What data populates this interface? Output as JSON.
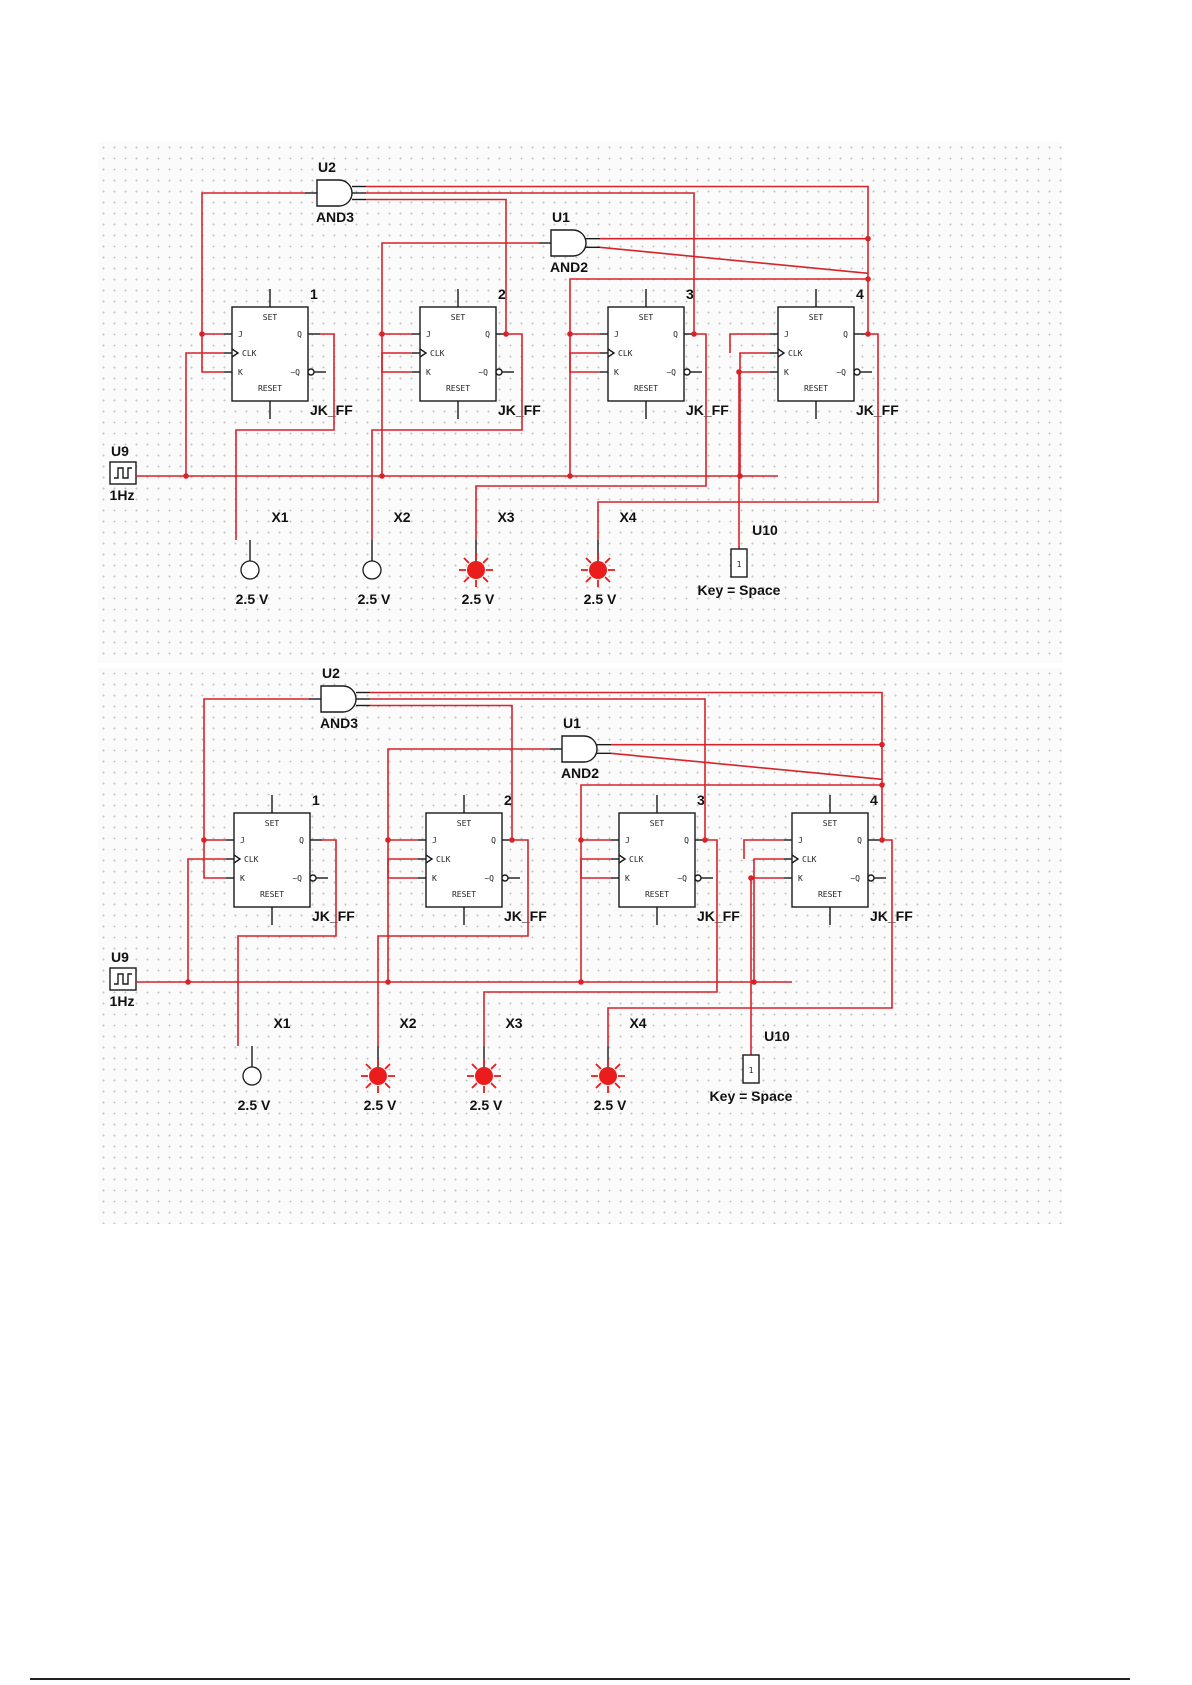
{
  "panels": [
    {
      "id": "top",
      "flipflops": [
        {
          "num": "1",
          "type": "JK_FF",
          "set": "SET",
          "reset": "RESET",
          "pins": {
            "j": "J",
            "clk": "CLK",
            "k": "K",
            "q": "Q",
            "qn": "~Q"
          }
        },
        {
          "num": "2",
          "type": "JK_FF",
          "set": "SET",
          "reset": "RESET",
          "pins": {
            "j": "J",
            "clk": "CLK",
            "k": "K",
            "q": "Q",
            "qn": "~Q"
          }
        },
        {
          "num": "3",
          "type": "JK_FF",
          "set": "SET",
          "reset": "RESET",
          "pins": {
            "j": "J",
            "clk": "CLK",
            "k": "K",
            "q": "Q",
            "qn": "~Q"
          }
        },
        {
          "num": "4",
          "type": "JK_FF",
          "set": "SET",
          "reset": "RESET",
          "pins": {
            "j": "J",
            "clk": "CLK",
            "k": "K",
            "q": "Q",
            "qn": "~Q"
          }
        }
      ],
      "gates": [
        {
          "ref": "U2",
          "type": "AND3",
          "inputs": 3
        },
        {
          "ref": "U1",
          "type": "AND2",
          "inputs": 2
        }
      ],
      "clock": {
        "ref": "U9",
        "freq": "1Hz"
      },
      "key": {
        "ref": "U10",
        "value": "1",
        "label": "Key = Space"
      },
      "probes": [
        {
          "ref": "X1",
          "voltage": "2.5 V",
          "on": false
        },
        {
          "ref": "X2",
          "voltage": "2.5 V",
          "on": false
        },
        {
          "ref": "X3",
          "voltage": "2.5 V",
          "on": true
        },
        {
          "ref": "X4",
          "voltage": "2.5 V",
          "on": true
        }
      ]
    },
    {
      "id": "bottom",
      "flipflops": [
        {
          "num": "1",
          "type": "JK_FF",
          "set": "SET",
          "reset": "RESET",
          "pins": {
            "j": "J",
            "clk": "CLK",
            "k": "K",
            "q": "Q",
            "qn": "~Q"
          }
        },
        {
          "num": "2",
          "type": "JK_FF",
          "set": "SET",
          "reset": "RESET",
          "pins": {
            "j": "J",
            "clk": "CLK",
            "k": "K",
            "q": "Q",
            "qn": "~Q"
          }
        },
        {
          "num": "3",
          "type": "JK_FF",
          "set": "SET",
          "reset": "RESET",
          "pins": {
            "j": "J",
            "clk": "CLK",
            "k": "K",
            "q": "Q",
            "qn": "~Q"
          }
        },
        {
          "num": "4",
          "type": "JK_FF",
          "set": "SET",
          "reset": "RESET",
          "pins": {
            "j": "J",
            "clk": "CLK",
            "k": "K",
            "q": "Q",
            "qn": "~Q"
          }
        }
      ],
      "gates": [
        {
          "ref": "U2",
          "type": "AND3",
          "inputs": 3
        },
        {
          "ref": "U1",
          "type": "AND2",
          "inputs": 2
        }
      ],
      "clock": {
        "ref": "U9",
        "freq": "1Hz"
      },
      "key": {
        "ref": "U10",
        "value": "1",
        "label": "Key = Space"
      },
      "probes": [
        {
          "ref": "X1",
          "voltage": "2.5 V",
          "on": false
        },
        {
          "ref": "X2",
          "voltage": "2.5 V",
          "on": true
        },
        {
          "ref": "X3",
          "voltage": "2.5 V",
          "on": true
        },
        {
          "ref": "X4",
          "voltage": "2.5 V",
          "on": true
        }
      ]
    }
  ],
  "colors": {
    "wire": "#d8232a",
    "lamp_on": "#ea1c1c",
    "component": "#1a1a1a"
  }
}
